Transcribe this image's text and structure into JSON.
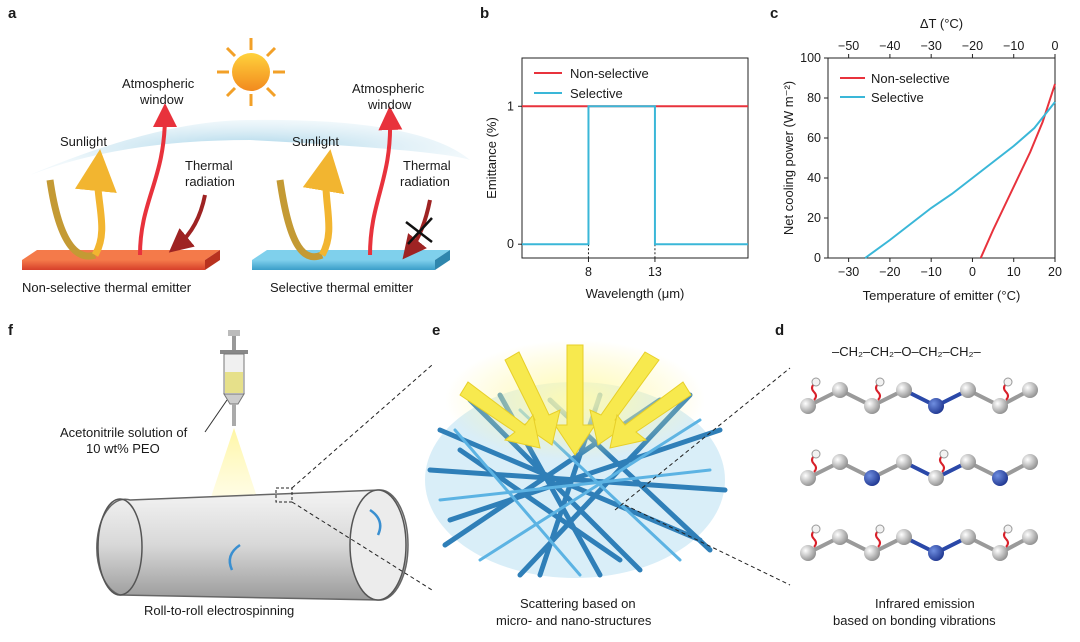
{
  "panels": {
    "a": {
      "label": "a",
      "left": {
        "caption": "Non-selective thermal emitter",
        "sunlight": "Sunlight",
        "window_line1": "Atmospheric",
        "window_line2": "window",
        "thermal_line1": "Thermal",
        "thermal_line2": "radiation"
      },
      "right": {
        "caption": "Selective thermal emitter",
        "sunlight": "Sunlight",
        "window_line1": "Atmospheric",
        "window_line2": "window",
        "thermal_line1": "Thermal",
        "thermal_line2": "radiation"
      }
    },
    "b": {
      "label": "b"
    },
    "c": {
      "label": "c"
    },
    "d": {
      "label": "d",
      "formula": "–CH₂–CH₂–O–CH₂–CH₂–",
      "caption_line1": "Infrared emission",
      "caption_line2": "based on bonding vibrations"
    },
    "e": {
      "label": "e",
      "caption_line1": "Scattering based on",
      "caption_line2": "micro- and nano-structures"
    },
    "f": {
      "label": "f",
      "solution_line1": "Acetonitrile solution of",
      "solution_line2": "10 wt% PEO",
      "caption": "Roll-to-roll electrospinning"
    }
  },
  "chart_data": [
    {
      "type": "line",
      "title": "",
      "xlabel": "Wavelength (μm)",
      "ylabel": "Emittance (%)",
      "xticks": [
        "8",
        "13"
      ],
      "yticks": [
        "0",
        "1"
      ],
      "xlim": [
        3,
        20
      ],
      "ylim": [
        -0.1,
        1.35
      ],
      "legend": "top-left",
      "series": [
        {
          "name": "Non-selective",
          "color": "#e8323c",
          "x": [
            3,
            20
          ],
          "y": [
            1,
            1
          ]
        },
        {
          "name": "Selective",
          "color": "#3ab7d8",
          "x": [
            3,
            8,
            8,
            13,
            13,
            20
          ],
          "y": [
            0,
            0,
            1,
            1,
            0,
            0
          ]
        }
      ]
    },
    {
      "type": "line",
      "title": "",
      "xlabel": "Temperature of emitter (°C)",
      "ylabel": "Net cooling power (W m⁻²)",
      "x2label": "ΔT (°C)",
      "xlim": [
        -35,
        20
      ],
      "ylim": [
        0,
        100
      ],
      "x2lim": [
        -55,
        0
      ],
      "xticks": [
        -30,
        -20,
        -10,
        0,
        10,
        20
      ],
      "yticks": [
        0,
        20,
        40,
        60,
        80,
        100
      ],
      "x2ticks": [
        -50,
        -40,
        -30,
        -20,
        -10,
        0
      ],
      "legend": "top-left",
      "series": [
        {
          "name": "Non-selective",
          "color": "#e8323c",
          "x": [
            2,
            5,
            8,
            11,
            14,
            17,
            20
          ],
          "y": [
            0,
            14,
            27,
            40,
            53,
            68,
            87
          ]
        },
        {
          "name": "Selective",
          "color": "#3ab7d8",
          "x": [
            -26,
            -20,
            -15,
            -10,
            -5,
            0,
            5,
            10,
            15,
            20
          ],
          "y": [
            0,
            9,
            17,
            25,
            32,
            40,
            48,
            56,
            65,
            78
          ]
        }
      ]
    }
  ],
  "colors": {
    "red": "#e8323c",
    "blue": "#3ab7d8",
    "gold": "#f2b530",
    "olive": "#c49a34",
    "darkred": "#9e2323",
    "slab_red": "#ef5b3f",
    "slab_blue": "#5bb9dc",
    "fiber": "#2f7fb8",
    "node_blue": "#2a48a8",
    "node_gray": "#a9a9a9"
  }
}
